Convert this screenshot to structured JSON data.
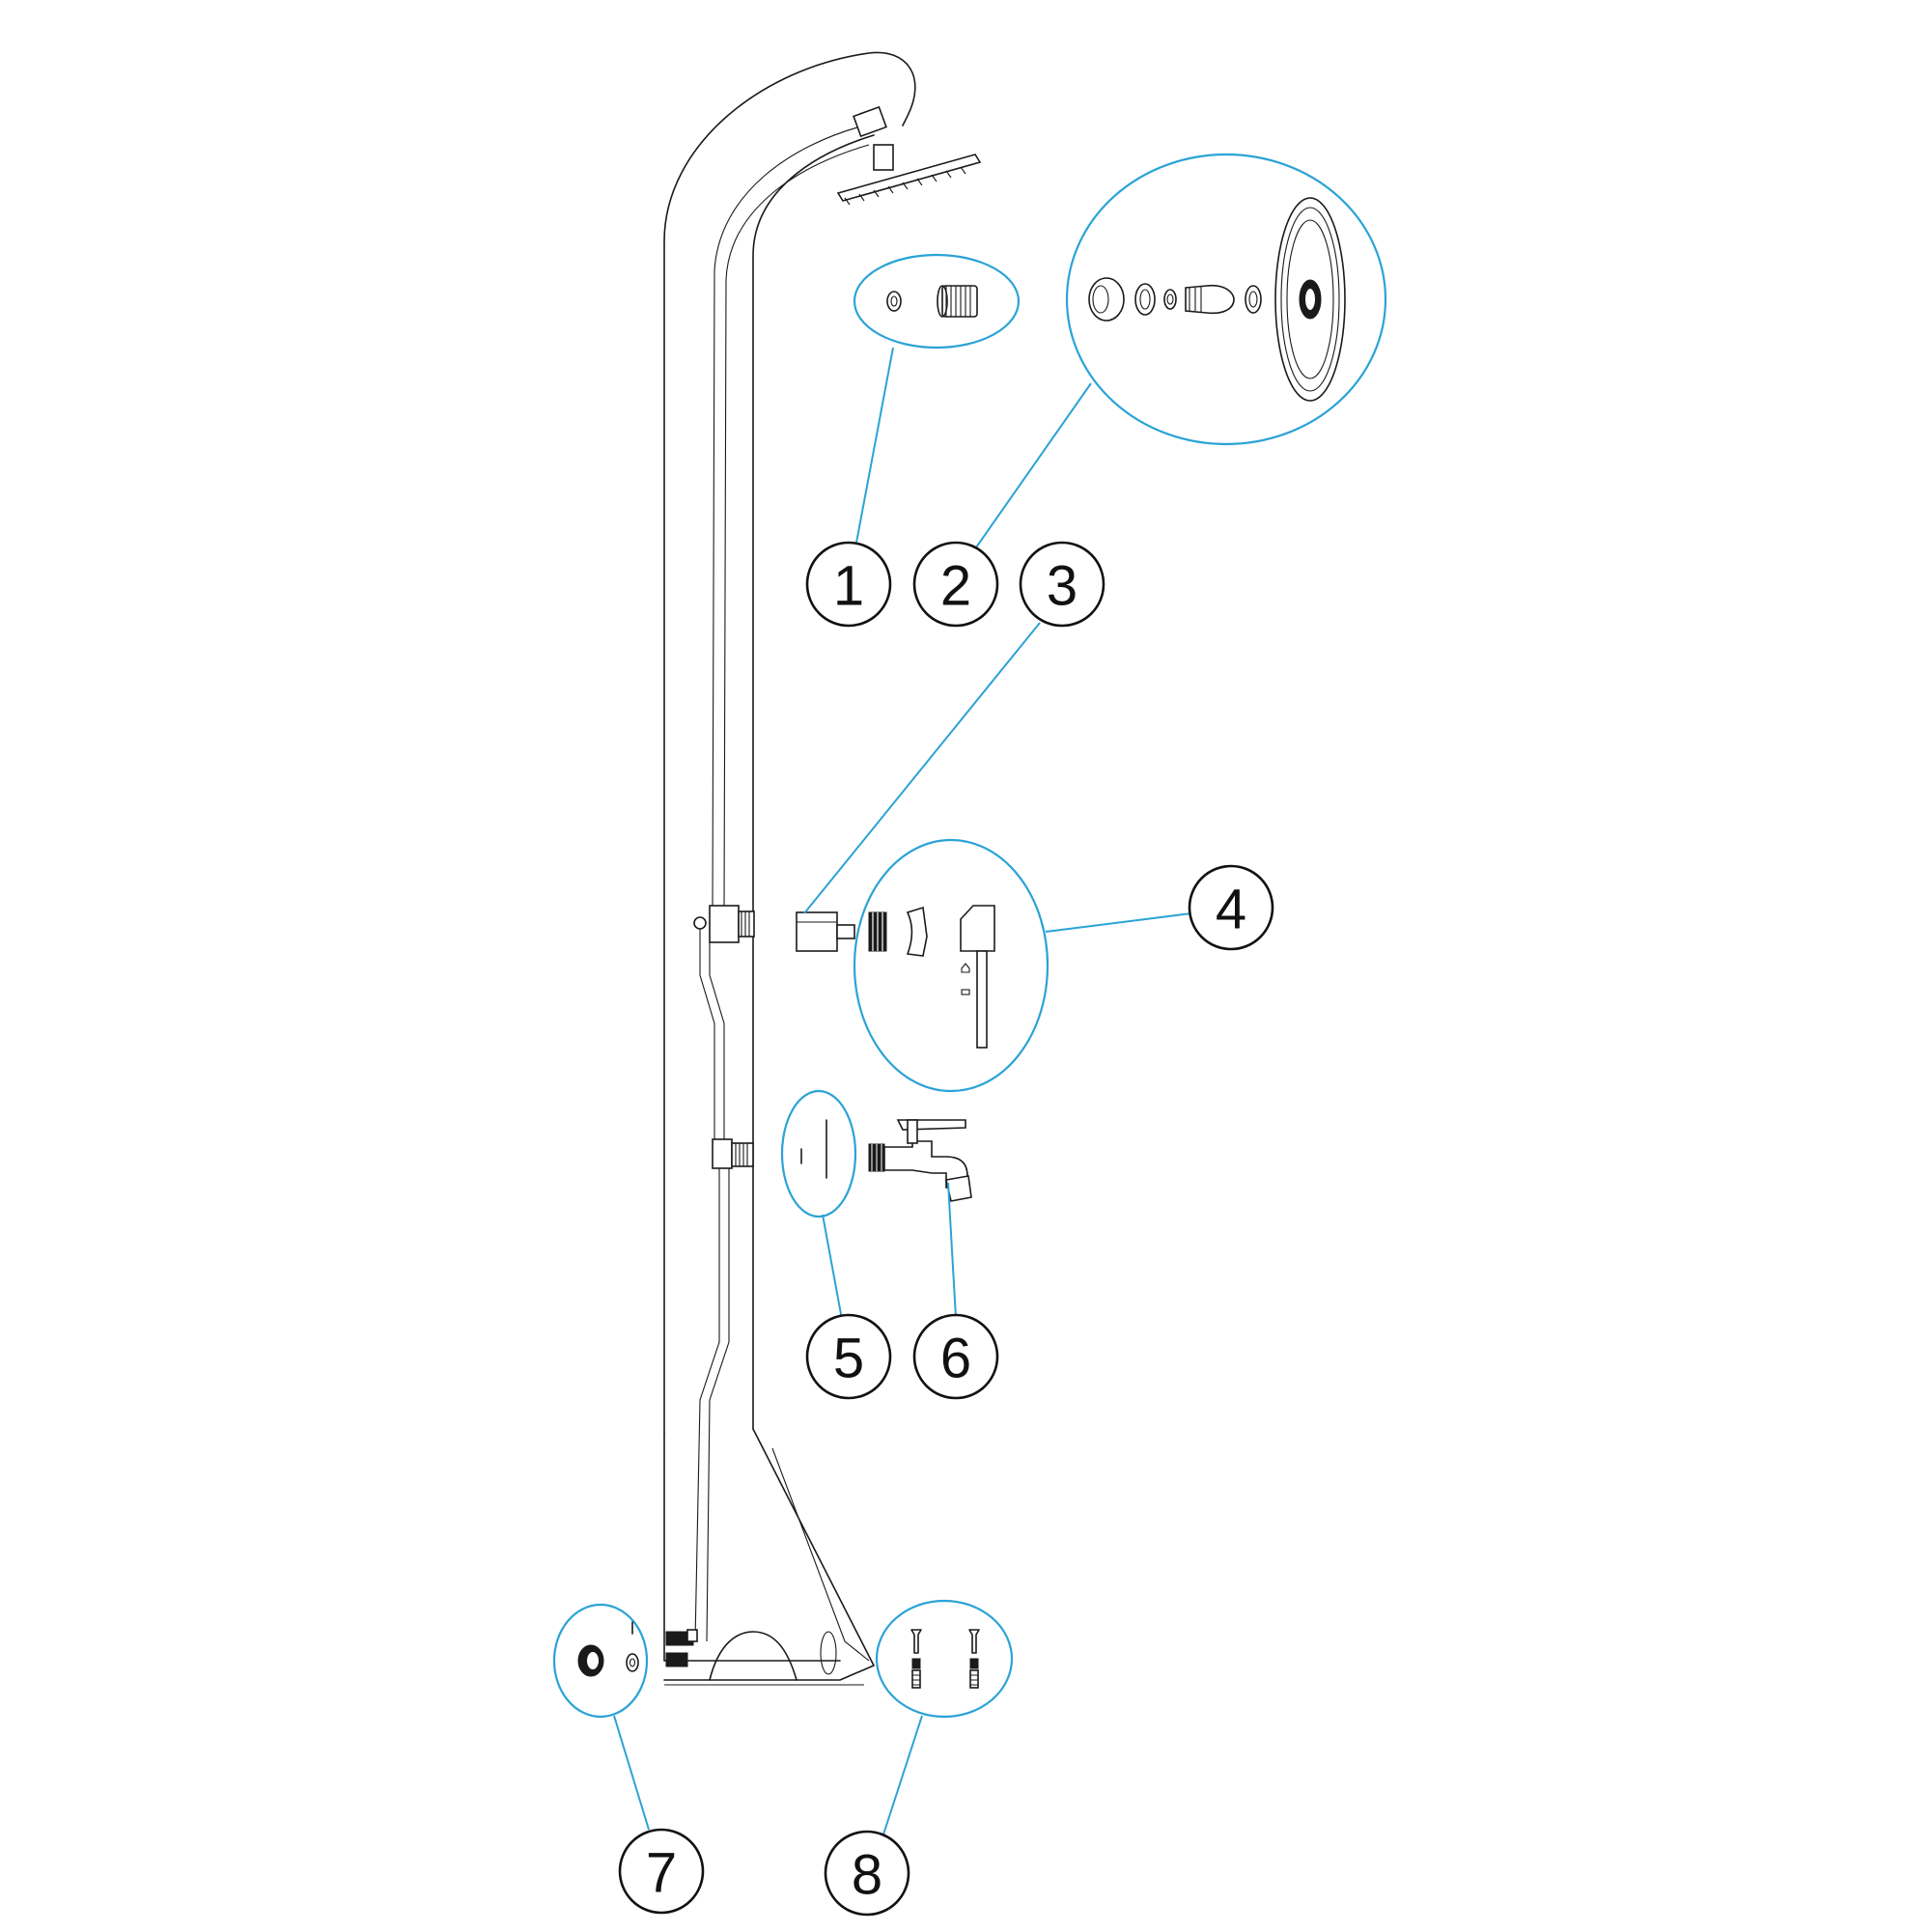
{
  "callouts": [
    {
      "id": "1",
      "label": "1"
    },
    {
      "id": "2",
      "label": "2"
    },
    {
      "id": "3",
      "label": "3"
    },
    {
      "id": "4",
      "label": "4"
    },
    {
      "id": "5",
      "label": "5"
    },
    {
      "id": "6",
      "label": "6"
    },
    {
      "id": "7",
      "label": "7"
    },
    {
      "id": "8",
      "label": "8"
    }
  ],
  "colors": {
    "callout": "#2ba3d6",
    "ink": "#1a1a1a"
  }
}
